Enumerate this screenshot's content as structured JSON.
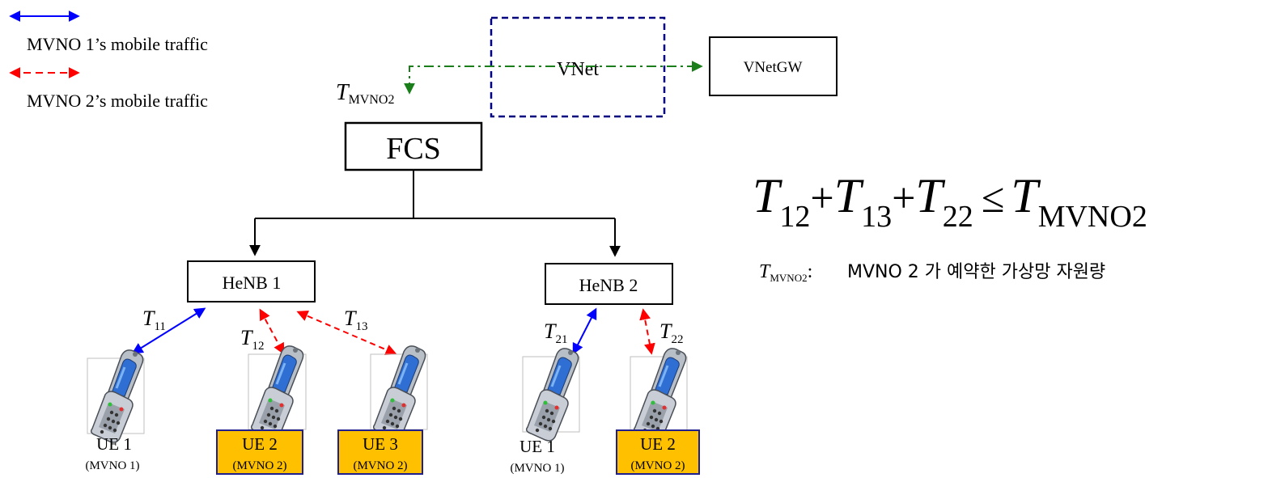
{
  "legend": {
    "mvno1": "MVNO 1’s mobile traffic",
    "mvno2": "MVNO 2’s mobile traffic"
  },
  "colors": {
    "mvno1": "#0000ff",
    "mvno2": "#ff0000",
    "vnet_link": "#1a7f1a",
    "vnet_border": "#000080",
    "ue_highlight": "#ffc000",
    "ue_highlight_border": "#1f1f8f"
  },
  "nodes": {
    "vnet": "VNet",
    "vnetgw": "VNetGW",
    "fcs": "FCS",
    "henb1": "HeNB 1",
    "henb2": "HeNB 2"
  },
  "symbols": {
    "t": "T",
    "mvno2": "MVNO2",
    "t11": "11",
    "t12": "12",
    "t13": "13",
    "t21": "21",
    "t22": "22"
  },
  "ues": [
    {
      "name": "UE 1",
      "operator": "(MVNO 1)"
    },
    {
      "name": "UE 2",
      "operator": "(MVNO 2)"
    },
    {
      "name": "UE 3",
      "operator": "(MVNO 2)"
    },
    {
      "name": "UE 1",
      "operator": "(MVNO 1)"
    },
    {
      "name": "UE 2",
      "operator": "(MVNO 2)"
    }
  ],
  "formula": {
    "plus": "+",
    "leq": "≤",
    "s12": "12",
    "s13": "13",
    "s22": "22",
    "rhs_sub": "MVNO2"
  },
  "note": {
    "colon": ":",
    "text": "MVNO 2 가 예약한 가상망 자원량"
  }
}
